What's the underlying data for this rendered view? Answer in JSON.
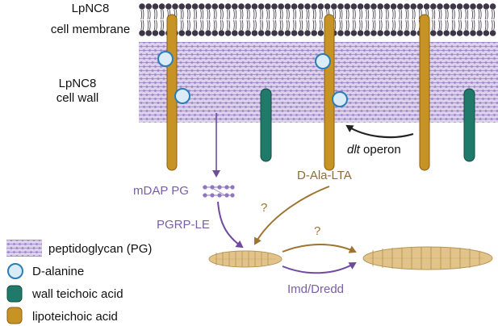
{
  "labels": {
    "membrane_line1": "LpNC8",
    "membrane_line2": "cell membrane",
    "wall_line1": "LpNC8",
    "wall_line2": "cell wall",
    "operon_italic": "dlt",
    "operon_rest": " operon",
    "mdap_pg": "mDAP PG",
    "d_ala_lta": "D-Ala-LTA",
    "pgrp_le": "PGRP-LE",
    "imd_dredd": "Imd/Dredd",
    "question_1": "?",
    "question_2": "?"
  },
  "legend": {
    "items": [
      {
        "label": "peptidoglycan (PG)",
        "icon": "peptidoglycan-icon"
      },
      {
        "label": "D-alanine",
        "icon": "d-alanine-icon"
      },
      {
        "label": "wall teichoic acid",
        "icon": "wall-teichoic-acid-icon"
      },
      {
        "label": "lipoteichoic acid",
        "icon": "lipoteichoic-acid-icon"
      }
    ]
  },
  "colors": {
    "membrane_head": "#3d3646",
    "pg_fill": "#d9cdea",
    "pg_mesh": "#a58fcc",
    "lta": "#c89325",
    "lta_stroke": "#8a5f12",
    "wta": "#1f7a6a",
    "d_alanine_fill": "#d9ecf7",
    "d_alanine_stroke": "#2a7db8",
    "purple_text": "#7b5ea7",
    "brown_text": "#8d6a3a",
    "arrow_purple": "#6f4a9e",
    "arrow_brown": "#9e7330",
    "larva_body": "#e2c48b",
    "larva_stroke": "#b89455"
  }
}
